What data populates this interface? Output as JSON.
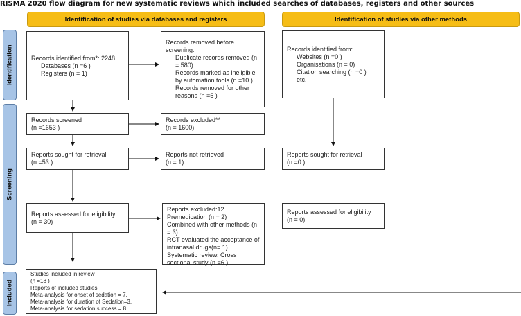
{
  "title": "RISMA 2020 flow diagram for new systematic reviews which included searches of databases, registers and other sources",
  "headers": {
    "databases": "Identification of studies via databases and registers",
    "other": "Identification of studies via other methods"
  },
  "stages": {
    "identification": "Identification",
    "screening": "Screening",
    "included": "Included"
  },
  "identified": {
    "line1": "Records identified from*: 2248",
    "line2": "Databases (n =6 )",
    "line3": "Registers (n = 1)"
  },
  "removed": {
    "line1": "Records removed before screening:",
    "line2": "Duplicate records removed (n = 580)",
    "line3": "Records marked as ineligible by automation tools (n =10 )",
    "line4": "Records removed for other reasons (n =5 )"
  },
  "other_identified": {
    "line1": "Records identified from:",
    "line2": "Websites (n =0 )",
    "line3": "Organisations (n = 0)",
    "line4": "Citation searching (n =0 )",
    "line5": "etc."
  },
  "screened": {
    "line1": "Records screened",
    "line2": "(n =1653 )"
  },
  "excluded": {
    "line1": "Records excluded**",
    "line2": "(n = 1600)"
  },
  "sought": {
    "line1": "Reports sought for retrieval",
    "line2": "(n =53 )"
  },
  "not_retrieved": {
    "line1": "Reports not retrieved",
    "line2": "(n = 1)"
  },
  "other_sought": {
    "line1": "Reports sought for retrieval",
    "line2": "(n =0 )"
  },
  "assessed": {
    "line1": "Reports assessed for eligibility",
    "line2": "(n = 30)"
  },
  "reports_excluded": {
    "line1": "Reports excluded:12",
    "line2": "Premedication (n = 2)",
    "line3": "Combined with other methods (n = 3)",
    "line4": "RCT evaluated the acceptance of intranasal drugs(n= 1)",
    "line5": "Systematic review, Cross sectional study (n =6 )"
  },
  "other_assessed": {
    "line1": "Reports assessed for eligibility",
    "line2": "(n = 0)"
  },
  "included": {
    "line1": "Studies included in review",
    "line2": "(n =18 )",
    "line3": "Reports of included studies",
    "line4": "Meta-analysis for onset of sedation = 7.",
    "line5": "Meta-analysis for duration of Sedation=3.",
    "line6": "Meta-analysis for sedation success = 8."
  },
  "colors": {
    "header": "#f6bd16",
    "stage": "#a7c4e6"
  }
}
